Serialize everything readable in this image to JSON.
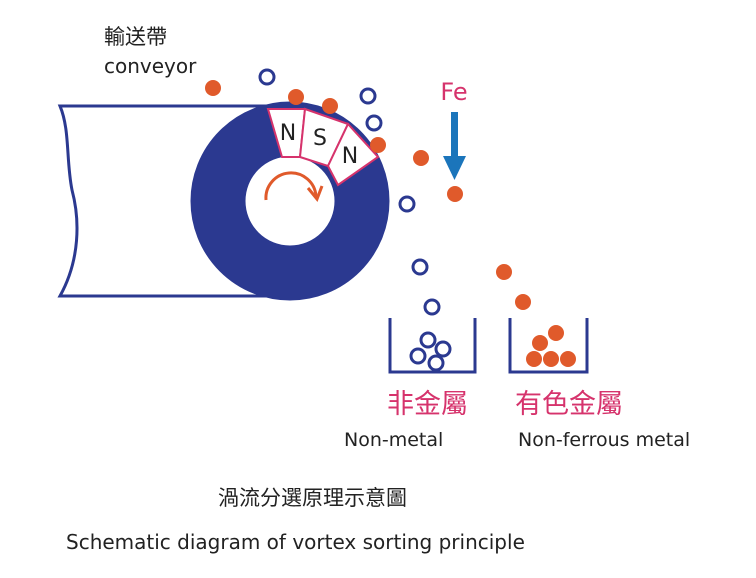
{
  "labels": {
    "conveyor_zh": "輸送帶",
    "conveyor_en": "conveyor",
    "pole_1": "N",
    "pole_2": "S",
    "pole_3": "N",
    "fe": "Fe",
    "nonmetal_zh": "非金屬",
    "nonmetal_en": "Non-metal",
    "nonferrous_zh": "有色金屬",
    "nonferrous_en": "Non-ferrous metal",
    "caption_zh": "渦流分選原理示意圖",
    "caption_en": "Schematic diagram of vortex sorting principle"
  },
  "colors": {
    "navy": "#2b3990",
    "orange": "#e05a2b",
    "pink": "#d6336c",
    "blue_arrow": "#1b75bb",
    "text": "#222222"
  },
  "icons": {
    "rotation": "clockwise-arrow-icon",
    "fe_arrow": "arrow-down-icon"
  }
}
